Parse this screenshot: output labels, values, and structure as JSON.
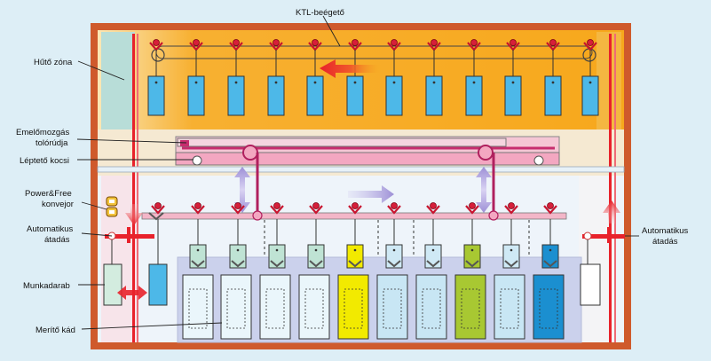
{
  "labels": {
    "ktl_oven": "KTL-beégető",
    "cooling_zone": "Hűtő zóna",
    "lifting_bar_line1": "Emelőmozgás",
    "lifting_bar_line2": "tolórúdja",
    "stepping_carriage": "Léptető kocsi",
    "power_free_line1": "Power&Free",
    "power_free_line2": "konvejor",
    "auto_transfer_line1": "Automatikus",
    "auto_transfer_line2": "átadás",
    "auto_transfer_right_line1": "Automatikus",
    "auto_transfer_right_line2": "átadás",
    "workpiece": "Munkadarab",
    "dip_tank": "Merítő kád"
  },
  "colors": {
    "frame": "#cf5a2c",
    "oven": "#f7a81c",
    "cooling": "#b8ddd8",
    "hanger_rod": "#d8556a",
    "workpiece_blue": "#4db8e8",
    "tank_yellow": "#f2ea00",
    "tank_green": "#a8c832",
    "tank_blue": "#1b8fd0",
    "arrow_red": "#e8222b",
    "arrow_lilac": "#a79ad8",
    "carriage_pink": "#f2a5c0"
  },
  "icons": {
    "hook": "hook-icon",
    "chain": "chain-icon",
    "wheel": "wheel-icon"
  }
}
